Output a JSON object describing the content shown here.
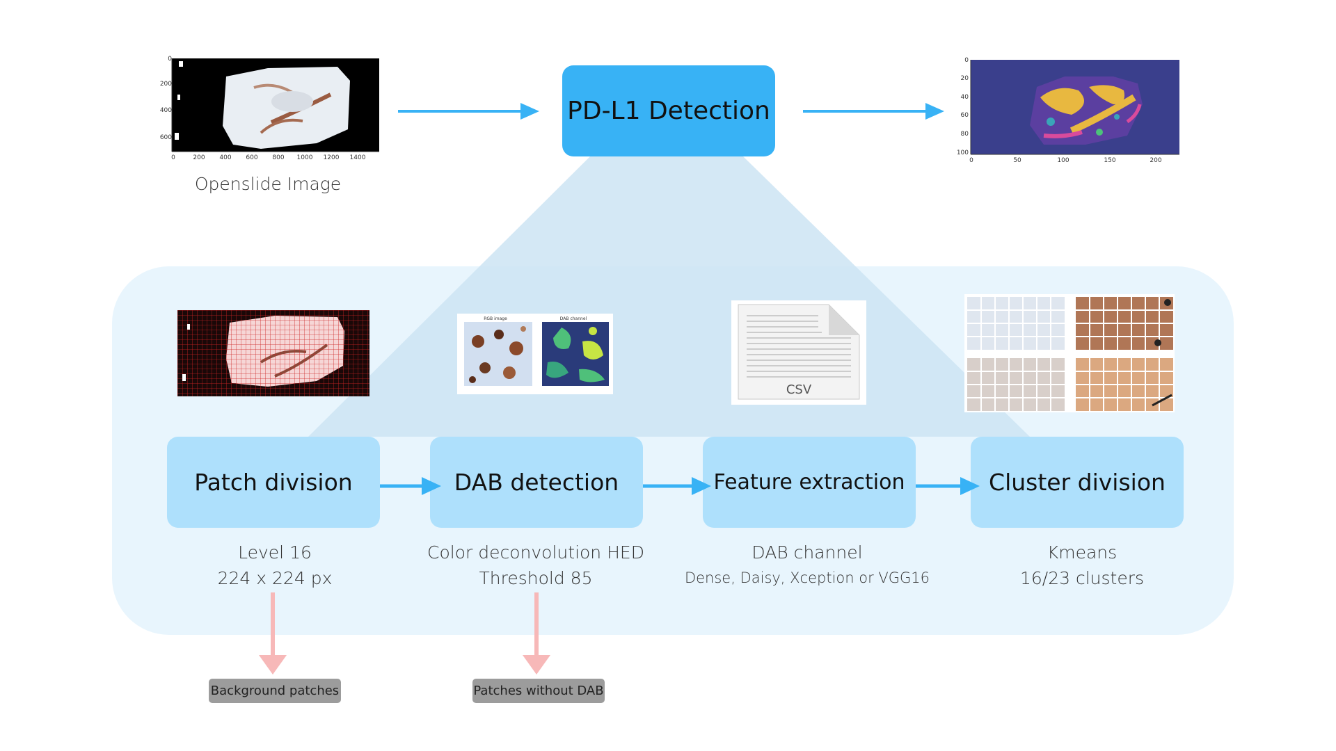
{
  "top": {
    "input_label": "Openslide Image",
    "detection_label": "PD-L1 Detection",
    "input_xticks": [
      "0",
      "200",
      "400",
      "600",
      "800",
      "1000",
      "1200",
      "1400"
    ],
    "input_yticks": [
      "0",
      "200",
      "400",
      "600"
    ],
    "output_xticks": [
      "0",
      "50",
      "100",
      "150",
      "200"
    ],
    "output_yticks": [
      "0",
      "20",
      "40",
      "60",
      "80",
      "100"
    ]
  },
  "steps": [
    {
      "label": "Patch division",
      "caption_line1": "Level 16",
      "caption_line2": "224 x 224 px"
    },
    {
      "label": "DAB detection",
      "caption_line1": "Color deconvolution HED",
      "caption_line2": "Threshold 85"
    },
    {
      "label": "Feature extraction",
      "caption_line1": "DAB channel",
      "caption_line2": "Dense, Daisy, Xception or VGG16"
    },
    {
      "label": "Cluster division",
      "caption_line1": "Kmeans",
      "caption_line2": "16/23 clusters"
    }
  ],
  "discards": [
    {
      "label": "Background patches"
    },
    {
      "label": "Patches without DAB"
    }
  ],
  "dab_panel": {
    "left_title": "RGB image",
    "right_title": "DAB channel"
  },
  "csv_icon": {
    "label": "CSV"
  },
  "colors": {
    "accent": "#38b2f5",
    "step_box": "#aee0fc",
    "panel_bg": "#e8f5fd",
    "discard_arrow": "#f7b8b8",
    "tag_bg": "#9c9c9c"
  }
}
